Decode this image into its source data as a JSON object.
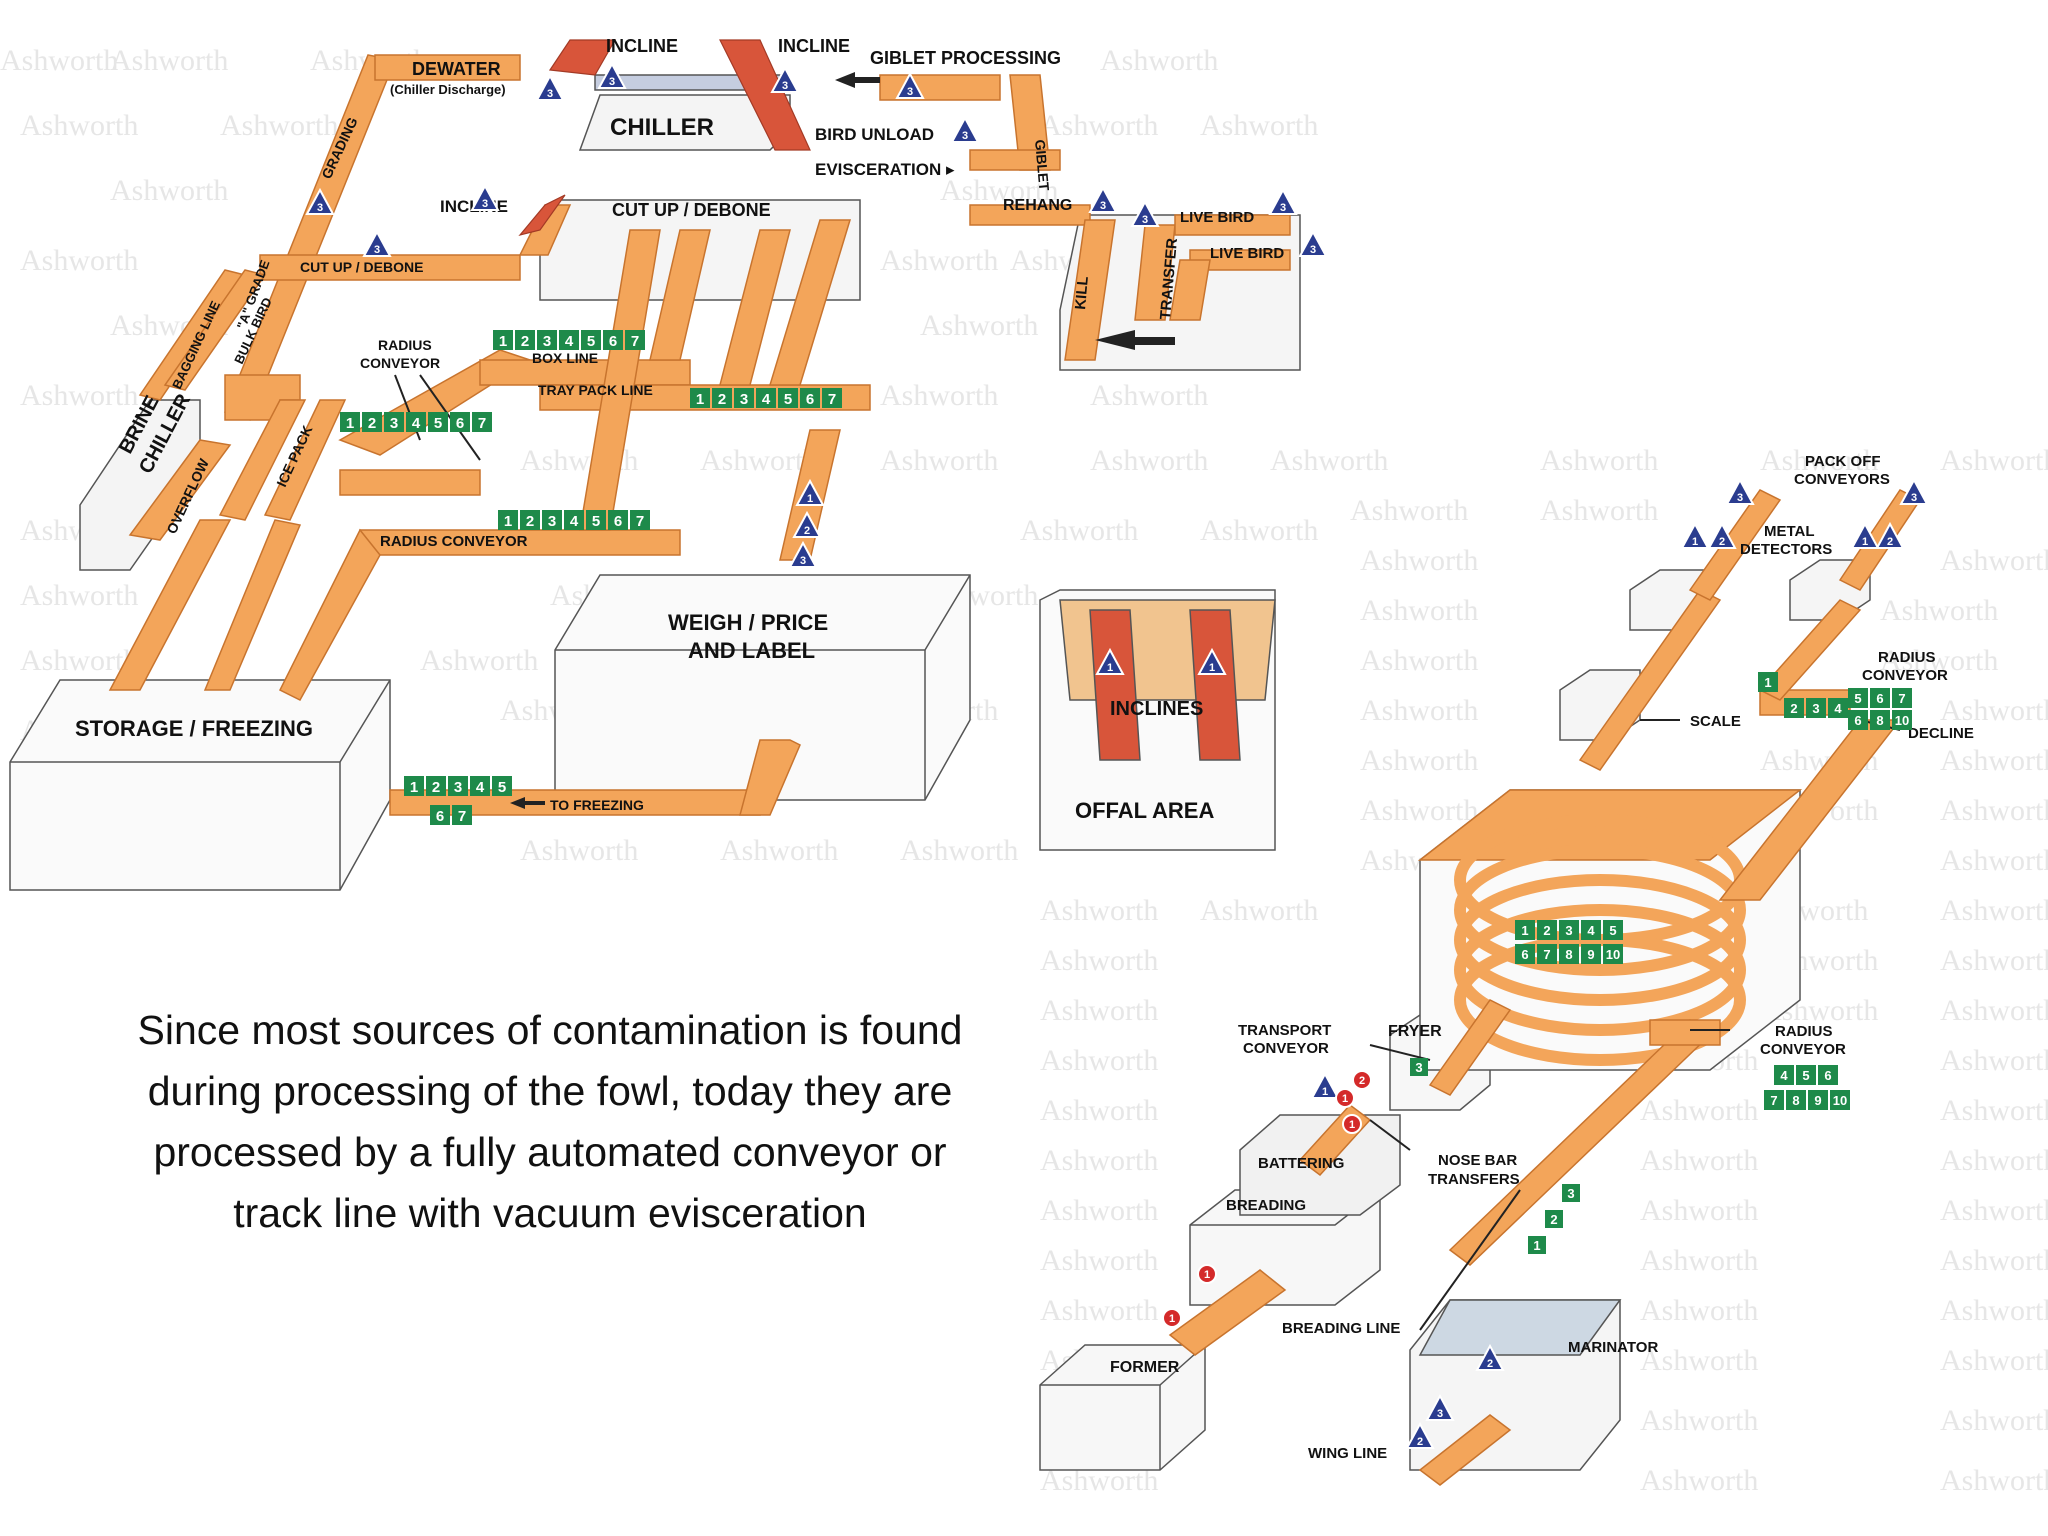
{
  "watermark": "Ashworth",
  "caption": "Since most sources of contamination is found during processing of the fowl, today they are processed by a fully automated conveyor or track line with vacuum evisceration",
  "colors": {
    "conveyor": "#f3a55a",
    "conveyor_edge": "#c8742e",
    "incline": "#d8553a",
    "marker_blue": "#2a3c8f",
    "badge_green": "#1e8a4a",
    "marker_red": "#d42a2a"
  },
  "top_plant": {
    "labels": {
      "incline_1": "INCLINE",
      "incline_2": "INCLINE",
      "incline_3": "INCLINE",
      "dewater": "DEWATER",
      "dewater_sub": "(Chiller Discharge)",
      "giblet_processing": "GIBLET PROCESSING",
      "giblet": "GIBLET",
      "chiller": "CHILLER",
      "bird_unload": "BIRD UNLOAD",
      "evisceration": "EVISCERATION ▸",
      "grading": "GRADING",
      "a_grade": "\"A\" GRADE",
      "bagging_line": "BAGGING LINE",
      "bulk_bird": "BULK BIRD",
      "cut_up_debone_top": "CUT UP / DEBONE",
      "cut_up_debone": "CUT UP / DEBONE",
      "rehang": "REHANG",
      "live_bird_1": "LIVE BIRD",
      "live_bird_2": "LIVE BIRD",
      "transfer": "TRANSFER",
      "kill": "KILL",
      "radius_conveyor": "RADIUS",
      "radius_conveyor_2": "CONVEYOR",
      "box_line": "BOX LINE",
      "tray_pack_line": "TRAY PACK LINE",
      "brine_chiller_1": "BRINE",
      "brine_chiller_2": "CHILLER",
      "ice_pack": "ICE PACK",
      "overflow": "OVERFLOW",
      "radius_conveyor_lower": "RADIUS CONVEYOR",
      "weigh_price_1": "WEIGH / PRICE",
      "weigh_price_2": "AND LABEL",
      "storage_freezing": "STORAGE / FREEZING",
      "to_freezing": "TO FREEZING",
      "inclines": "INCLINES",
      "offal_area": "OFFAL AREA"
    }
  },
  "bottom_plant": {
    "labels": {
      "pack_off_1": "PACK OFF",
      "pack_off_2": "CONVEYORS",
      "metal_1": "METAL",
      "metal_2": "DETECTORS",
      "radius_1": "RADIUS",
      "radius_2": "CONVEYOR",
      "scale": "SCALE",
      "decline": "DECLINE",
      "transport_1": "TRANSPORT",
      "transport_2": "CONVEYOR",
      "fryer": "FRYER",
      "radius_mid_1": "RADIUS",
      "radius_mid_2": "CONVEYOR",
      "battering": "BATTERING",
      "breading": "BREADING",
      "nose_bar_1": "NOSE BAR",
      "nose_bar_2": "TRANSFERS",
      "breading_line": "BREADING LINE",
      "former": "FORMER",
      "marinator": "MARINATOR",
      "wing_line": "WING LINE"
    }
  },
  "badges": {
    "one_to_seven": [
      "1",
      "2",
      "3",
      "4",
      "5",
      "6",
      "7"
    ],
    "one_to_five": [
      "1",
      "2",
      "3",
      "4",
      "5"
    ],
    "six_seven": [
      "6",
      "7"
    ],
    "six_to_ten": [
      "6",
      "7",
      "8",
      "9",
      "10"
    ],
    "four_five_six": [
      "4",
      "5",
      "6"
    ],
    "seven_to_ten": [
      "7",
      "8",
      "9",
      "10"
    ],
    "five_six_seven": [
      "5",
      "6",
      "7"
    ],
    "one": "1",
    "two": "2",
    "three": "3",
    "four": "4"
  },
  "markers": {
    "one": "1",
    "two": "2",
    "three": "3"
  }
}
